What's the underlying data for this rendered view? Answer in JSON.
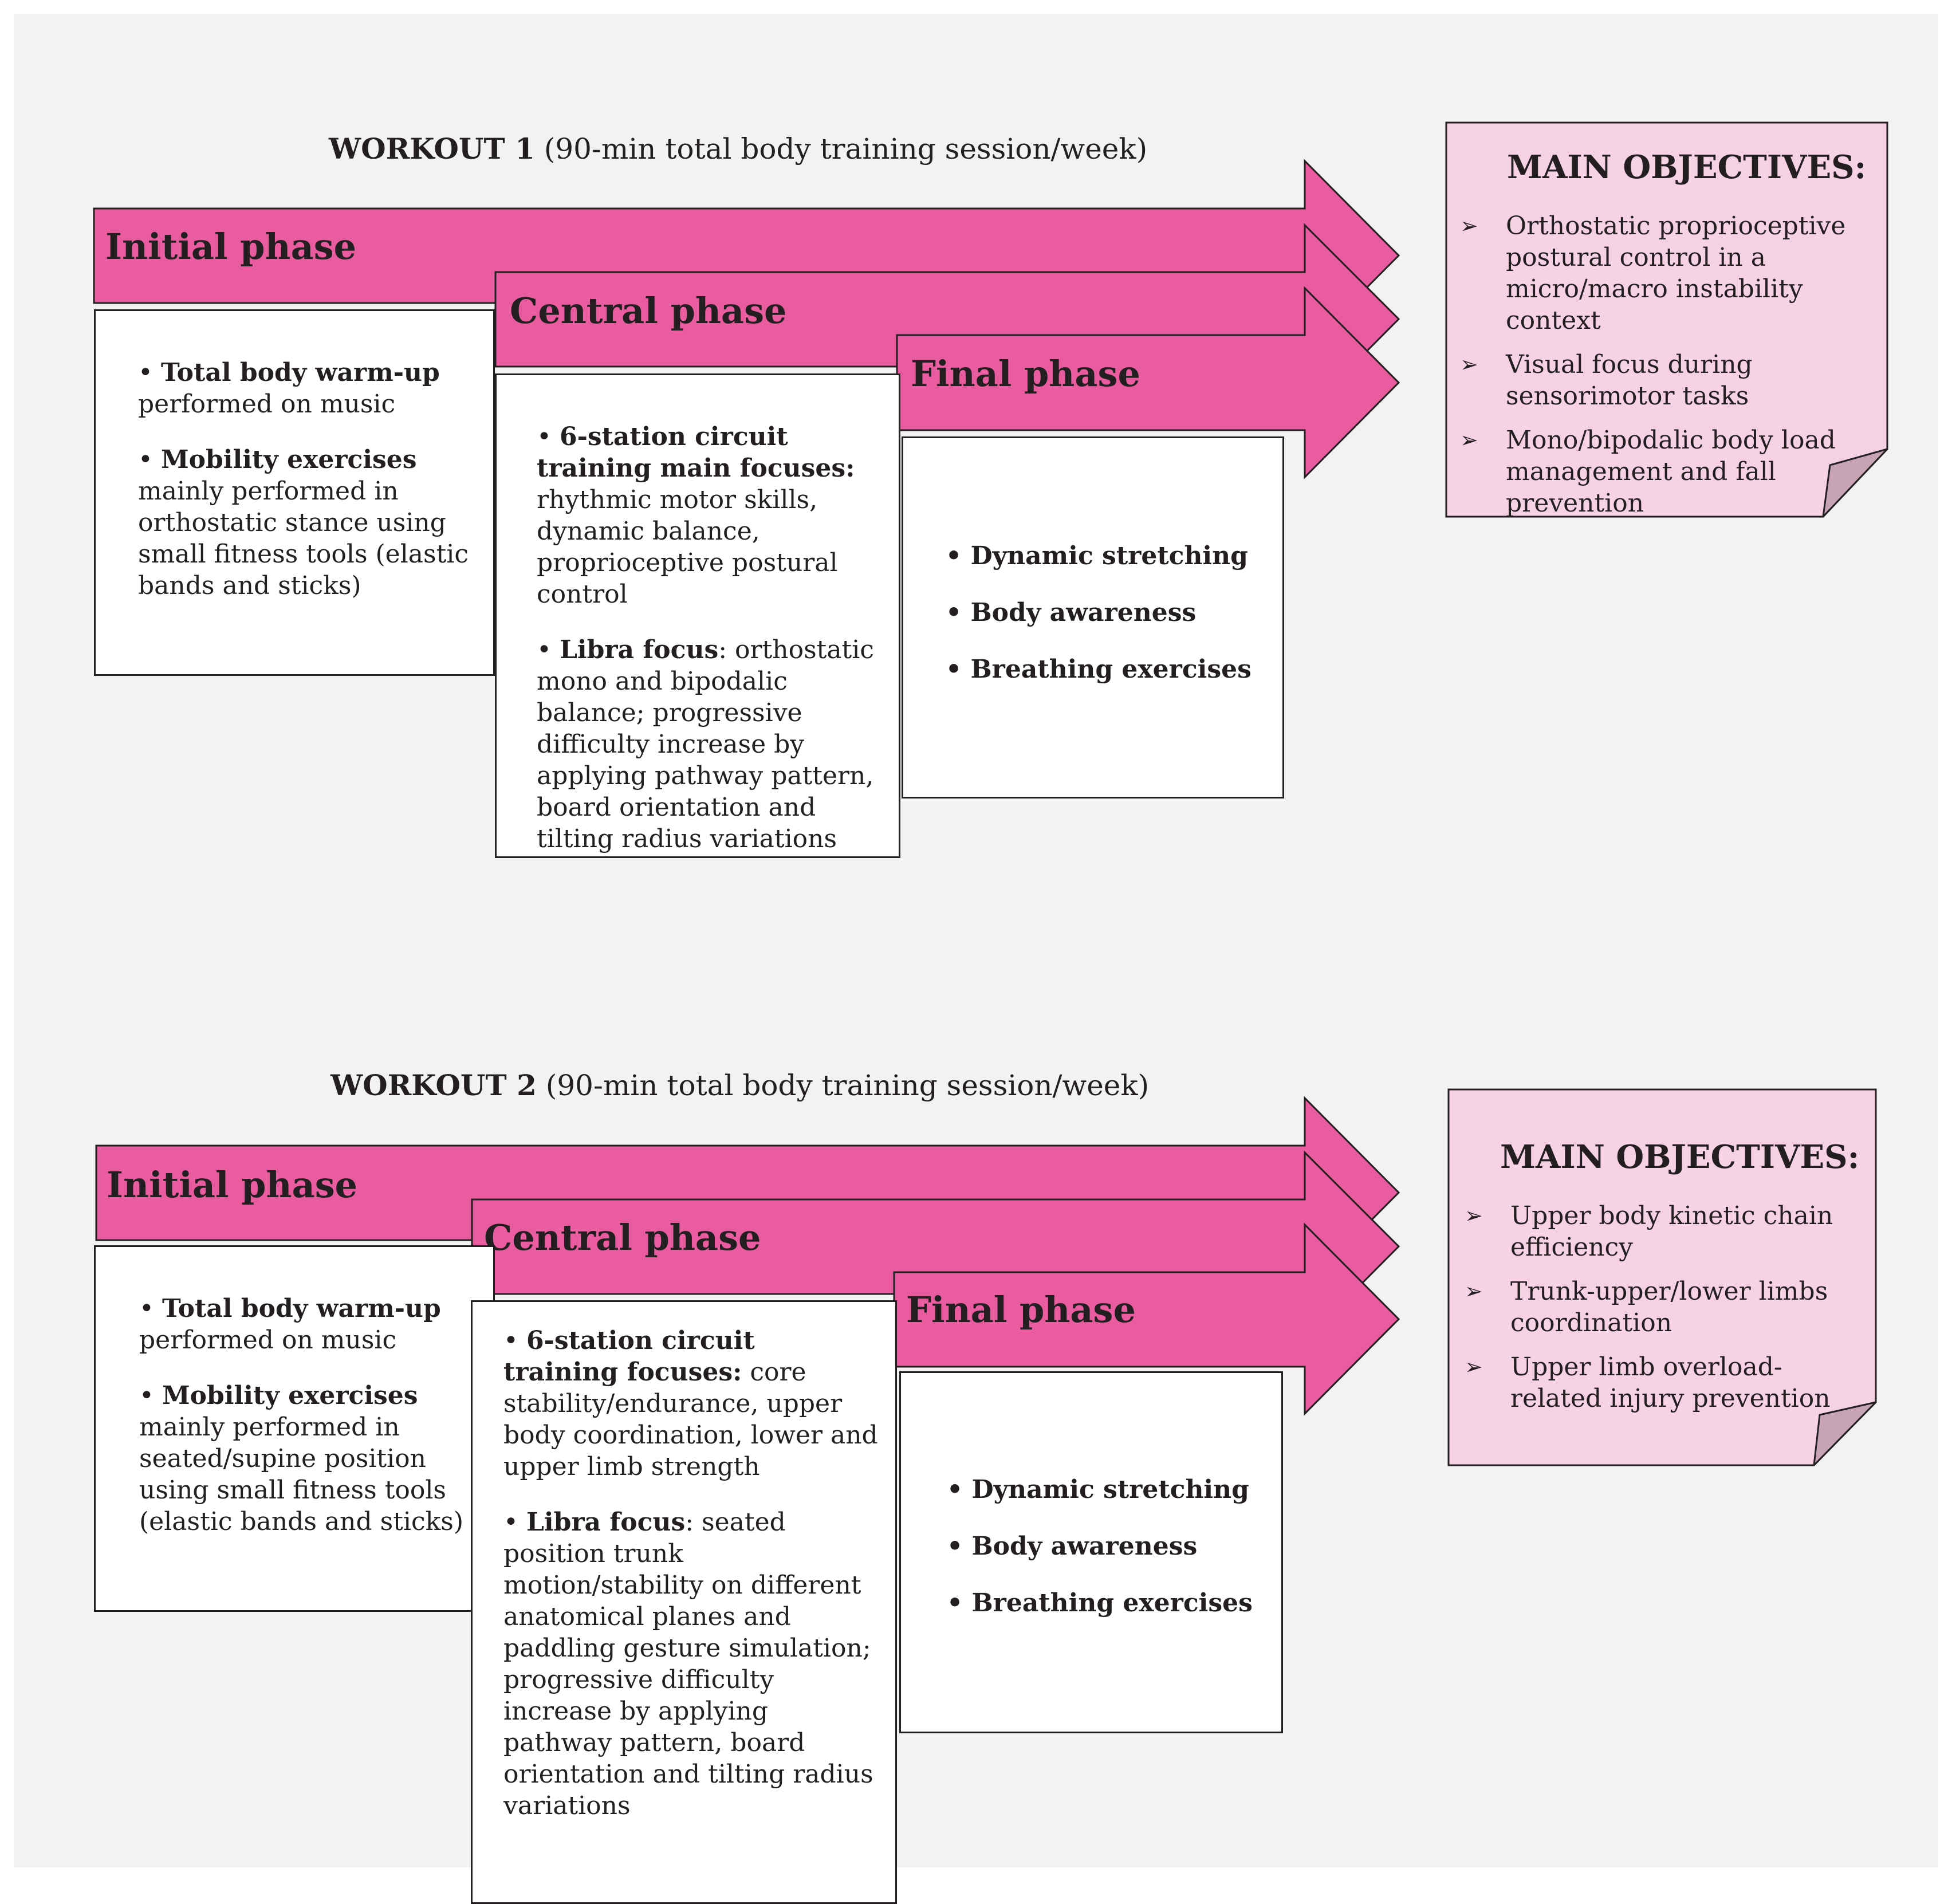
{
  "workouts": [
    {
      "title_bold": "WORKOUT 1",
      "title_rest": " (90-min total body training session/week)",
      "phases": {
        "initial": {
          "title": "Initial phase",
          "items": [
            {
              "bold": "Total body warm-up",
              "text": "performed on music"
            },
            {
              "bold": "Mobility exercises",
              "text": "mainly performed in orthostatic stance using small fitness tools (elastic bands and sticks)"
            }
          ]
        },
        "central": {
          "title": "Central phase",
          "items": [
            {
              "bold": "6-station circuit training main focuses:",
              "text": "rhythmic motor skills, dynamic balance, proprioceptive postural control"
            },
            {
              "bold": "Libra focus",
              "text": ": orthostatic mono and bipodalic balance; progressive difficulty increase by applying pathway pattern, board orientation and tilting radius variations"
            }
          ]
        },
        "final": {
          "title": "Final phase",
          "items": [
            "Dynamic stretching",
            "Body awareness",
            "Breathing exercises"
          ]
        }
      },
      "objectives": {
        "title": "MAIN OBJECTIVES:",
        "items": [
          "Orthostatic proprioceptive postural control in a micro/macro instability context",
          "Visual focus during sensorimotor tasks",
          "Mono/bipodalic body load management and fall prevention"
        ]
      }
    },
    {
      "title_bold": "WORKOUT 2",
      "title_rest": " (90-min total body training session/week)",
      "phases": {
        "initial": {
          "title": "Initial phase",
          "items": [
            {
              "bold": "Total body warm-up",
              "text": "performed on music"
            },
            {
              "bold": "Mobility exercises",
              "text": "mainly performed in seated/supine position using small fitness tools (elastic bands and sticks)"
            }
          ]
        },
        "central": {
          "title": "Central phase",
          "items": [
            {
              "bold": "6-station circuit training focuses:",
              "text": "core stability/endurance, upper body coordination, lower and upper limb strength"
            },
            {
              "bold": "Libra focus",
              "text": ": seated position trunk motion/stability on different anatomical planes and paddling gesture simulation; progressive difficulty increase by applying pathway pattern, board orientation and tilting radius variations"
            }
          ]
        },
        "final": {
          "title": "Final phase",
          "items": [
            "Dynamic stretching",
            "Body awareness",
            "Breathing exercises"
          ]
        }
      },
      "objectives": {
        "title": "MAIN OBJECTIVES:",
        "items": [
          "Upper body kinetic chain efficiency",
          "Trunk-upper/lower limbs coordination",
          "Upper limb overload-related injury prevention"
        ]
      }
    }
  ],
  "colors": {
    "background": "#f1f2f1",
    "arrow_fill": "#e95c9f",
    "objectives_fill": "#f7d1e4",
    "fold_fill": "#c7a3b5",
    "outline": "#231f20"
  },
  "icons": {
    "bullet": "bullet-icon",
    "objective_marker": "arrowhead-bullet-icon"
  }
}
